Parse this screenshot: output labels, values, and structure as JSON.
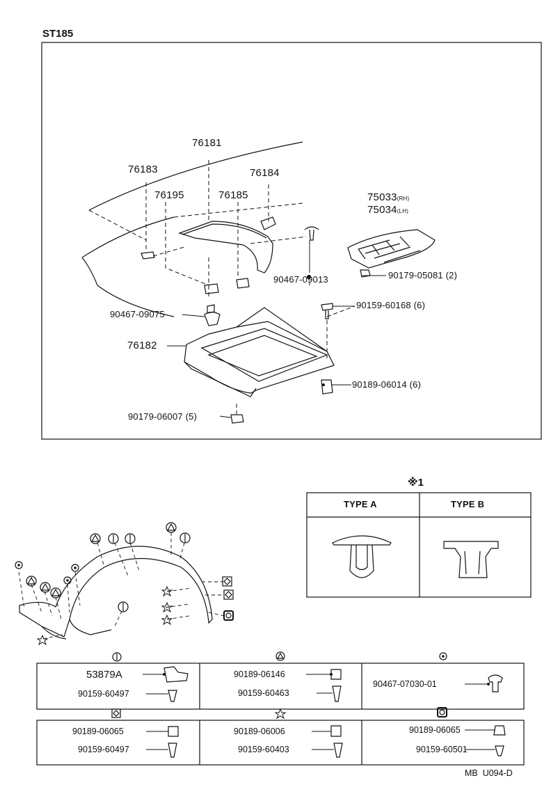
{
  "model": "ST185",
  "upper": {
    "p76181": "76181",
    "p76183": "76183",
    "p76184": "76184",
    "p76195": "76195",
    "p76185": "76185",
    "p75033": "75033",
    "p75033_side": "(RH)",
    "p75034": "75034",
    "p75034_side": "(LH)",
    "p90467_09013": "90467-09013",
    "p90179_05081": "90179-05081",
    "p90179_05081_qty": "(2)",
    "p90467_09075": "90467-09075",
    "p90159_60168": "90159-60168",
    "p90159_60168_qty": "(6)",
    "p76182": "76182",
    "p90189_06014": "90189-06014",
    "p90189_06014_qty": "(6)",
    "p90179_06007": "90179-06007",
    "p90179_06007_qty": "(5)"
  },
  "types": {
    "heading": "※1",
    "type_a": "TYPE A",
    "type_b": "TYPE B"
  },
  "legend": {
    "row1": [
      {
        "symbol": "circle-bar",
        "parts": [
          "53879A",
          "90159-60497"
        ]
      },
      {
        "symbol": "circle-triangle",
        "parts": [
          "90189-06146",
          "90159-60463"
        ]
      },
      {
        "symbol": "circle-dot",
        "parts": [
          "90467-07030-01"
        ]
      }
    ],
    "row2": [
      {
        "symbol": "square-diamond",
        "parts": [
          "90189-06065",
          "90159-60497"
        ]
      },
      {
        "symbol": "star",
        "parts": [
          "90189-06006",
          "90159-60403"
        ]
      },
      {
        "symbol": "rounded-square",
        "parts": [
          "90189-06065",
          "90159-60501"
        ]
      }
    ]
  },
  "footer": "MB  U094-D"
}
